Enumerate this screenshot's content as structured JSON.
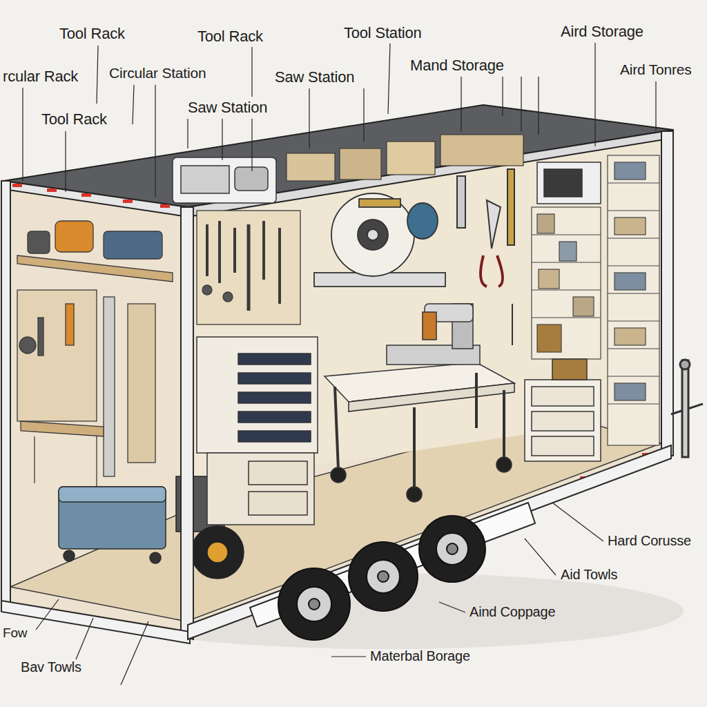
{
  "diagram": {
    "labels": [
      "Tool Rack",
      "Tool Rack",
      "Tool Station",
      "Aird Storage",
      "rcular Rack",
      "Circular Station",
      "Saw Station",
      "Mand Storage",
      "Aird Tonres",
      "Tool Rack",
      "Saw Station",
      "Hard Corusse",
      "Aid Towls",
      "Aind Coppage",
      "Materbal Borage",
      "Fow",
      "Bav Towls"
    ]
  }
}
